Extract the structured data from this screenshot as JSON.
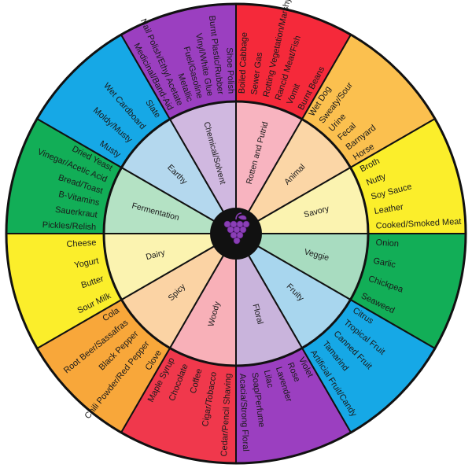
{
  "outer": [
    {
      "color": "#f5293a",
      "terms": [
        "Boiled Cabbage",
        "Sewer Gas",
        "Rotting Vegetation/Marshy",
        "Rancid Meat/Fish",
        "Vomit",
        "Burnt Beans"
      ]
    },
    {
      "color": "#fbc04f",
      "terms": [
        "Wet Dog",
        "Sweaty/Sour",
        "Urine",
        "Fecal",
        "Barnyard",
        "Horse"
      ]
    },
    {
      "color": "#fbee2b",
      "terms": [
        "Broth",
        "Nutty",
        "Soy Sauce",
        "Leather",
        "Cooked/Smoked Meat"
      ]
    },
    {
      "color": "#12ae57",
      "terms": [
        "Onion",
        "Garlic",
        "Chickpea",
        "Seaweed"
      ]
    },
    {
      "color": "#16a8e6",
      "terms": [
        "Citrus",
        "Tropical Fruit",
        "Canned Fruit",
        "Tamarind",
        "Artificial Fruit/Candy"
      ]
    },
    {
      "color": "#9b3fc0",
      "terms": [
        "Violet",
        "Rose",
        "Lavender",
        "Lilac",
        "Soap/Perfume",
        "Acacia/Strong Floral"
      ]
    },
    {
      "color": "#f0384c",
      "terms": [
        "Cedar/Pencil Shaving",
        "Cigar/Tobacco",
        "Coffee",
        "Chocolate",
        "Maple Syrup"
      ]
    },
    {
      "color": "#f8a73a",
      "terms": [
        "Clove",
        "Chili Powder/Red Pepper",
        "Black Pepper",
        "Root Beer/Sassafras",
        "Cola"
      ]
    },
    {
      "color": "#fbee2b",
      "terms": [
        "Sour Milk",
        "Butter",
        "Yogurt",
        "Cheese"
      ]
    },
    {
      "color": "#12ae57",
      "terms": [
        "Pickles/Relish",
        "Sauerkraut",
        "B-Vitamins",
        "Bread/Toast",
        "Vinegar/Acetic Acid",
        "Dried Yeast"
      ]
    },
    {
      "color": "#16a8e6",
      "terms": [
        "Musty",
        "Moldy/Musty",
        "Wet Cardboard",
        "Slate"
      ]
    },
    {
      "color": "#9b3fc0",
      "terms": [
        "Medicinal/Band-Aid",
        "Nail Polish/Ethyl Acetate",
        "Metallic",
        "Fuel/Gasoline",
        "Vinyl/White Glue",
        "Burnt Plastic/Rubber",
        "Shoe Polish"
      ]
    }
  ],
  "inner": [
    {
      "label": "Rotten and Putrid",
      "color": "#f8b4c0"
    },
    {
      "label": "Animal",
      "color": "#fbd6a6"
    },
    {
      "label": "Savory",
      "color": "#fbf3b0"
    },
    {
      "label": "Veggie",
      "color": "#a8dcc0"
    },
    {
      "label": "Fruity",
      "color": "#a8d6ee"
    },
    {
      "label": "Floral",
      "color": "#c9b4dc"
    },
    {
      "label": "Woody",
      "color": "#f8b0b8"
    },
    {
      "label": "Spicy",
      "color": "#fbd3a4"
    },
    {
      "label": "Dairy",
      "color": "#fbf3b0"
    },
    {
      "label": "Fermentation",
      "color": "#b4e2c4"
    },
    {
      "label": "Earthy",
      "color": "#b4d8ee"
    },
    {
      "label": "Chemical/Solvent",
      "color": "#d0b8e0"
    }
  ]
}
